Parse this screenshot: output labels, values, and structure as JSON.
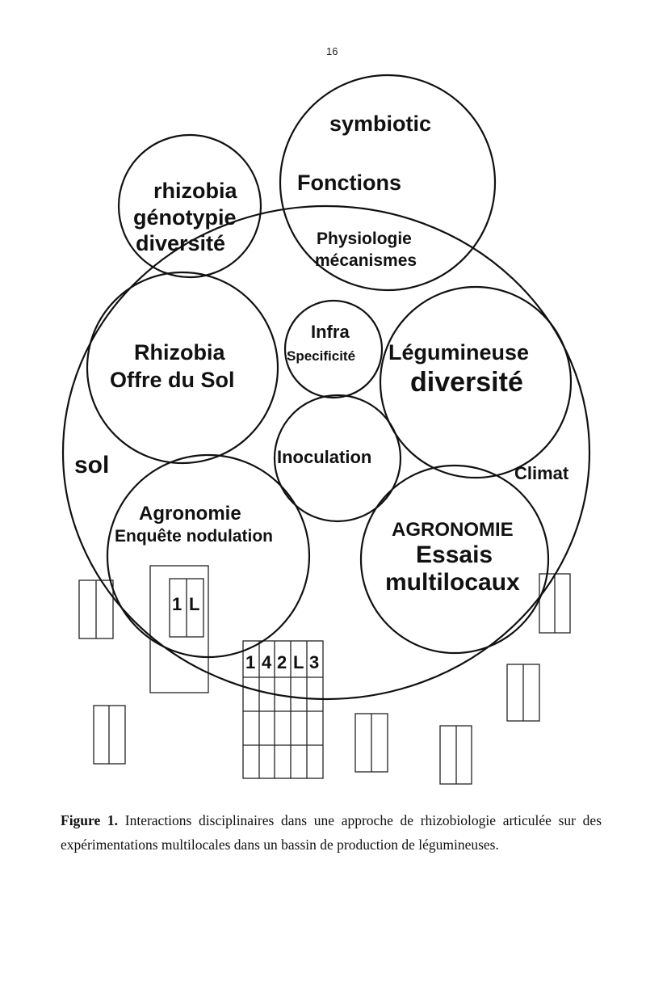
{
  "page_number": "16",
  "diagram": {
    "big_circle_label": "sol",
    "climate_label": "Climat",
    "circles": {
      "rhizobia_genotypie": [
        "rhizobia",
        "génotypie",
        "diversité"
      ],
      "fonctions": [
        "symbiotic",
        "Fonctions",
        "Physiologie",
        "mécanismes"
      ],
      "rhizobia_sol": [
        "Rhizobia",
        "Offre du Sol"
      ],
      "infra": [
        "Infra",
        "Specificité"
      ],
      "legumineuse": [
        "Légumineuse",
        "diversité"
      ],
      "inoculation": [
        "Inoculation"
      ],
      "agronomie_enquete": [
        "Agronomie",
        "Enquête nodulation"
      ],
      "agronomie_essais": [
        "AGRONOMIE",
        "Essais",
        "multilocaux"
      ]
    },
    "plot_labels_small": [
      "1",
      "L"
    ],
    "plot_labels_grid": [
      "1",
      "4",
      "2",
      "L",
      "3"
    ]
  },
  "caption": {
    "label": "Figure 1.",
    "text": "Interactions disciplinaires dans une approche de rhizobiologie articulée sur des expérimentations multilocales dans un bassin de production de légumineuses."
  }
}
